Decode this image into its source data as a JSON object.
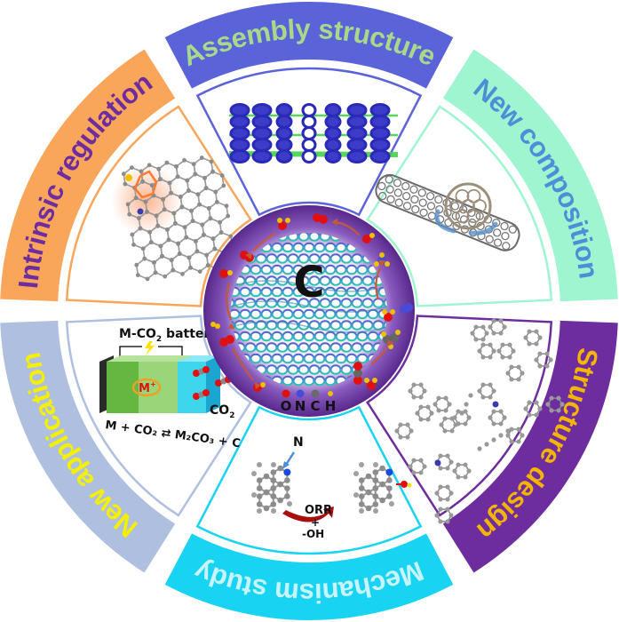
{
  "figure": {
    "center_label": "C",
    "legend": [
      {
        "label": "O",
        "color": "#e01010"
      },
      {
        "label": "N",
        "color": "#4a4ad8"
      },
      {
        "label": "C",
        "color": "#6a6a6a"
      },
      {
        "label": "H",
        "color": "#f0c000"
      }
    ],
    "segments": [
      {
        "id": "assembly",
        "label": "Assembly structure",
        "band_color": "#5b63d9",
        "text_color": "#a8d98a",
        "panel_border": "#5b63d9",
        "content": "Stacked carbon nanorings on graphene sheets"
      },
      {
        "id": "composition",
        "label": "New composition",
        "band_color": "#9ff5d0",
        "text_color": "#4c8fd6",
        "panel_border": "#9ff5d0",
        "content": "Fullerene on carbon nanotube"
      },
      {
        "id": "structure",
        "label": "Structure design",
        "band_color": "#6e2d9e",
        "text_color": "#f5b400",
        "panel_border": "#6e2d9e",
        "content": "Branched conjugated molecular framework"
      },
      {
        "id": "mechanism",
        "label": "Mechanism study",
        "band_color": "#18d4f2",
        "text_color": "#c8f4ff",
        "panel_border": "#18d4f2",
        "content": "N-doped graphene fragment ORR with -OH"
      },
      {
        "id": "application",
        "label": "New application",
        "band_color": "#aebfe0",
        "text_color": "#f4f000",
        "panel_border": "#aebfe0",
        "content": "M-CO2 battery schematic"
      },
      {
        "id": "intrinsic",
        "label": "Intrinsic regulation",
        "band_color": "#f9a65a",
        "text_color": "#6e2d9e",
        "panel_border": "#f9a65a",
        "content": "Defected graphene with heteroatoms"
      }
    ],
    "battery": {
      "title": "M-CO",
      "title_sub": "2",
      "title_rest": " batteries",
      "ion": "M",
      "ion_sup": "+",
      "gas": "CO",
      "gas_sub": "2",
      "equation": "M + CO₂ ⇄ M₂CO₃ + C"
    },
    "mechanism": {
      "n_label": "N",
      "reaction": "ORR",
      "plus": "+",
      "product": "-OH"
    }
  }
}
